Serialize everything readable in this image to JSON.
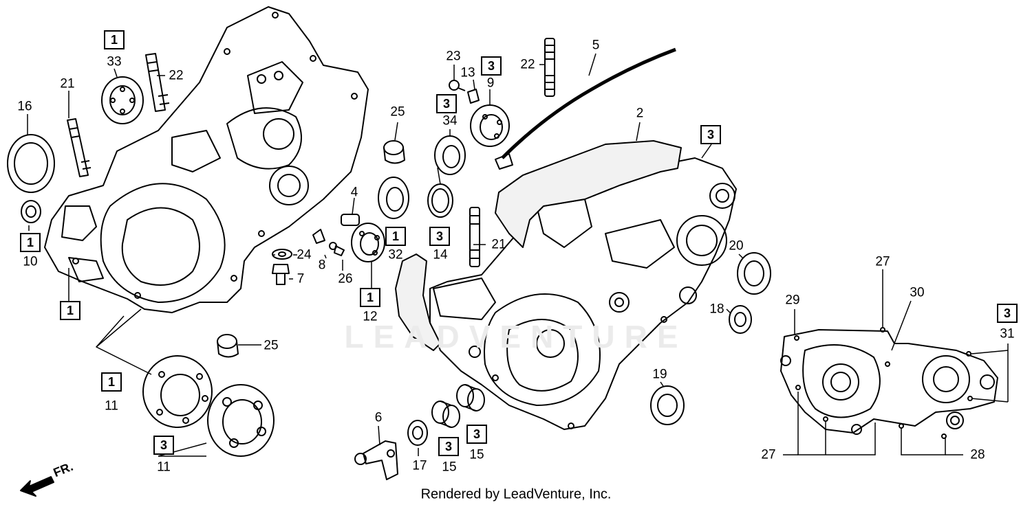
{
  "footer": "Rendered by LeadVenture, Inc.",
  "watermark": "LEADVENTURE",
  "direction_label": "FR.",
  "labels": {
    "l1": "1",
    "l2": "2",
    "l3": "3",
    "l4": "4",
    "l5": "5",
    "l6": "6",
    "l7": "7",
    "l8": "8",
    "l9": "9",
    "l10": "10",
    "l11a": "11",
    "l11b": "11",
    "l12": "12",
    "l13": "13",
    "l14": "14",
    "l15a": "15",
    "l15b": "15",
    "l16": "16",
    "l17": "17",
    "l18": "18",
    "l19": "19",
    "l20": "20",
    "l21a": "21",
    "l21b": "21",
    "l22a": "22",
    "l22b": "22",
    "l23": "23",
    "l24": "24",
    "l25a": "25",
    "l25b": "25",
    "l26": "26",
    "l27a": "27",
    "l27b": "27",
    "l28": "28",
    "l29": "29",
    "l30": "30",
    "l31": "31",
    "l32": "32",
    "l33": "33",
    "l34": "34"
  },
  "boxes": {
    "b33": "1",
    "b10": "1",
    "b1": "1",
    "b11a": "1",
    "b11b": "3",
    "b13": "3",
    "b9": "3",
    "b32": "1",
    "b14": "3",
    "b12": "1",
    "b2": "3",
    "b15a": "3",
    "b15b": "3",
    "b31": "3"
  }
}
